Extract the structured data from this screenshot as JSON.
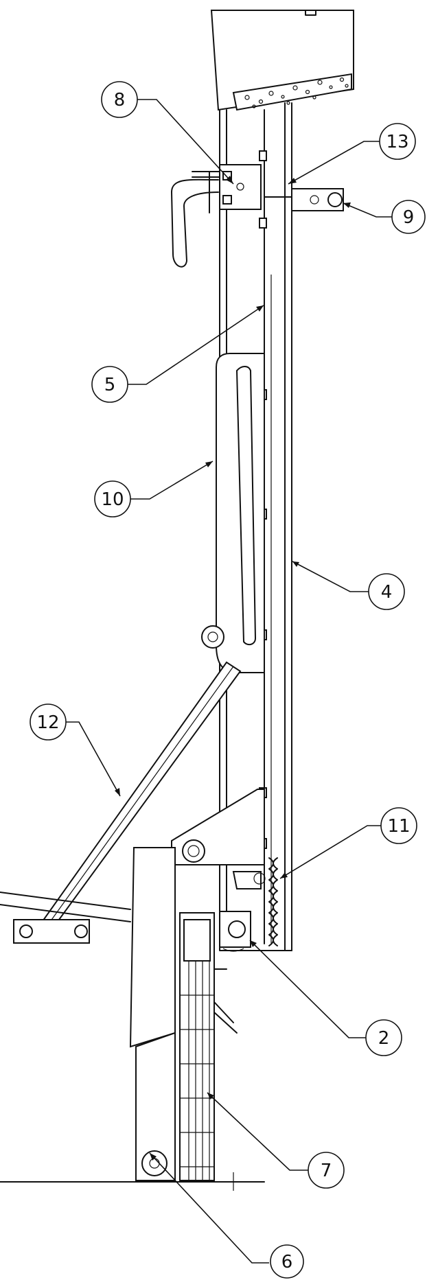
{
  "callouts": [
    {
      "id": "8",
      "label": "8"
    },
    {
      "id": "13",
      "label": "13"
    },
    {
      "id": "9",
      "label": "9"
    },
    {
      "id": "5",
      "label": "5"
    },
    {
      "id": "10",
      "label": "10"
    },
    {
      "id": "4",
      "label": "4"
    },
    {
      "id": "12",
      "label": "12"
    },
    {
      "id": "11",
      "label": "11"
    },
    {
      "id": "2",
      "label": "2"
    },
    {
      "id": "7",
      "label": "7"
    },
    {
      "id": "6",
      "label": "6"
    }
  ]
}
